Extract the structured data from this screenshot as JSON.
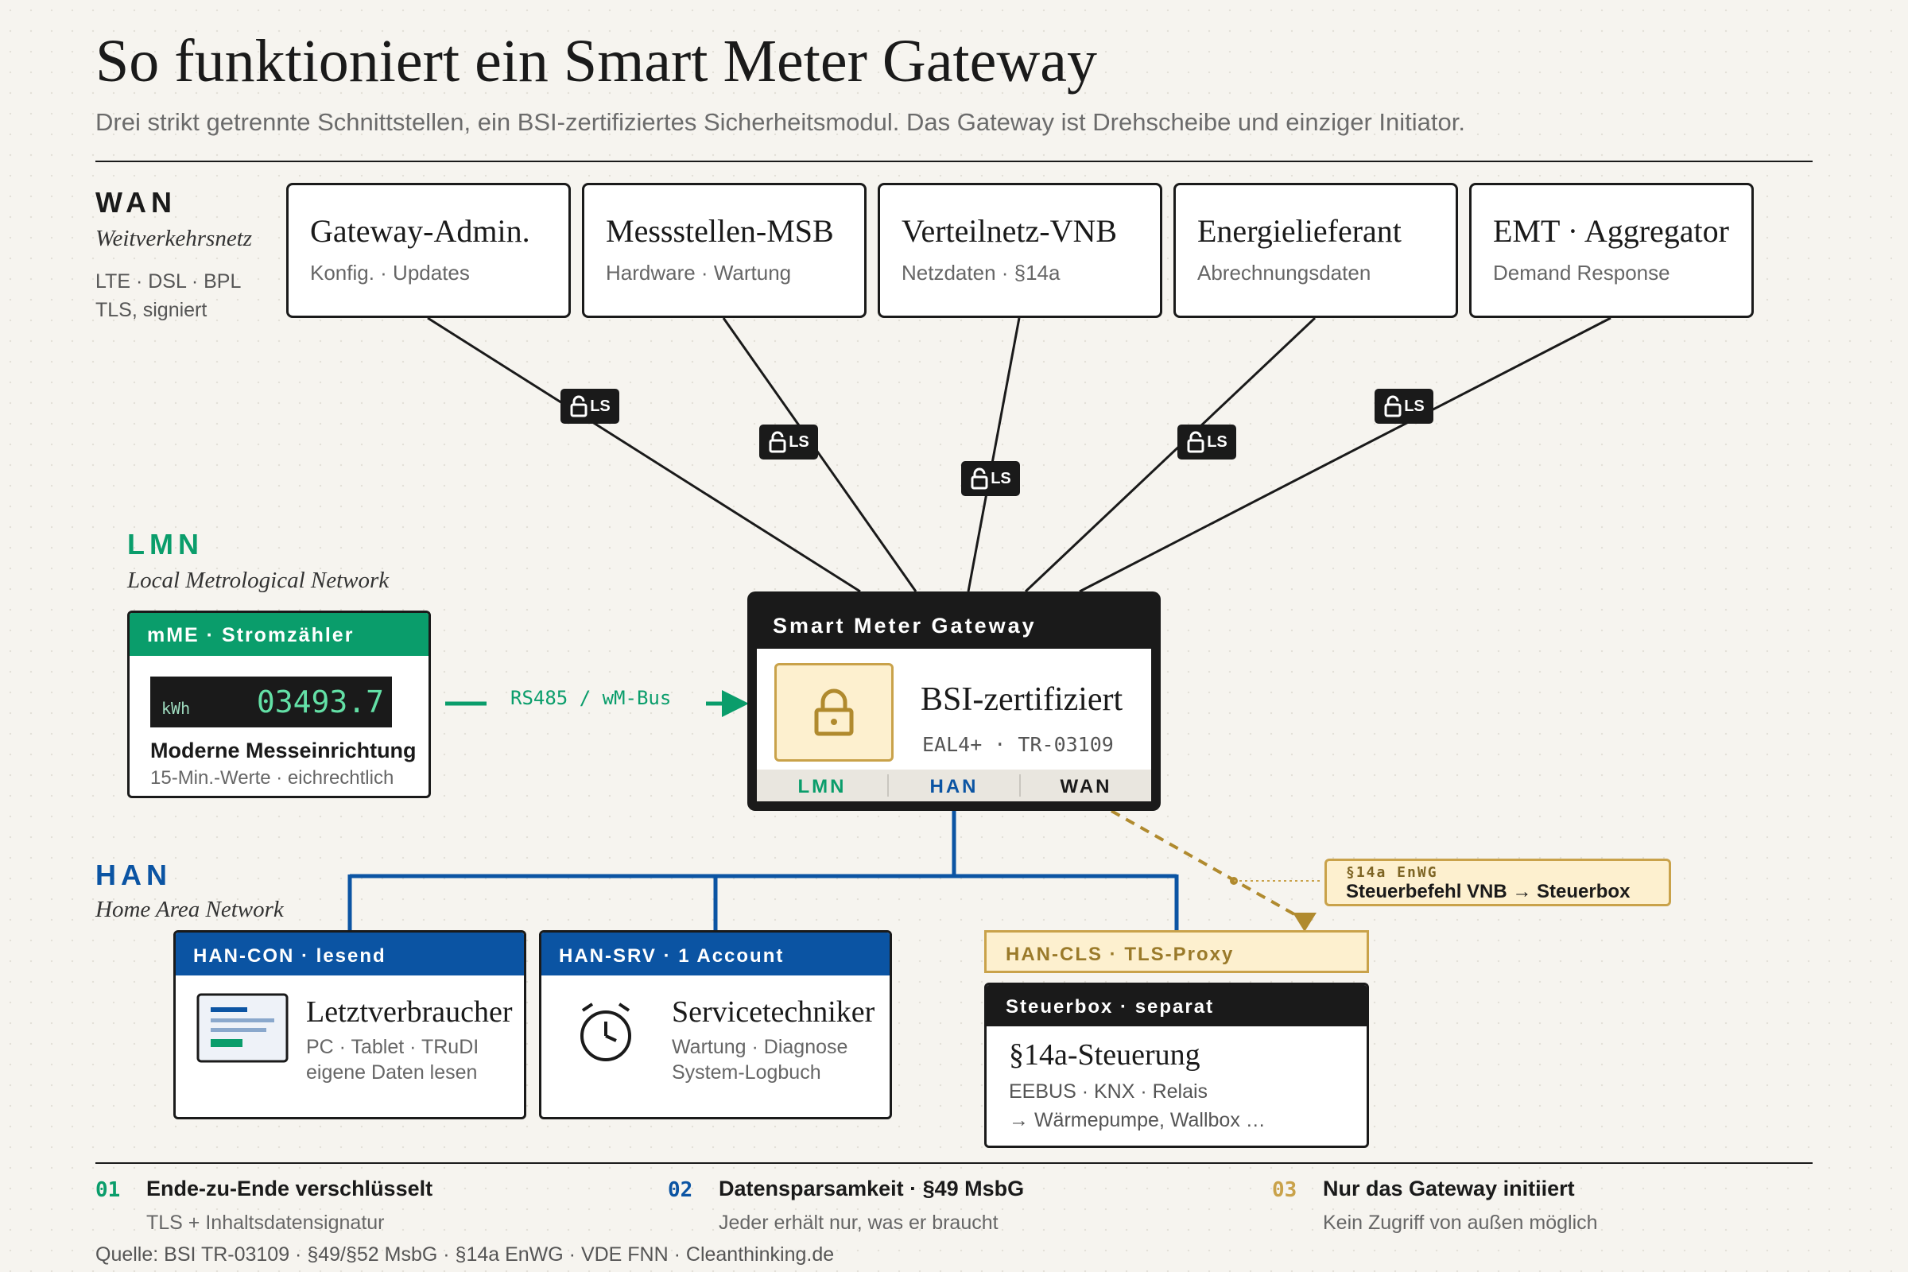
{
  "title": "So funktioniert ein Smart Meter Gateway",
  "subtitle": "Drei strikt getrennte Schnittstellen, ein BSI-zertifiziertes Sicherheitsmodul. Das Gateway ist Drehscheibe und einziger Initiator.",
  "wan": {
    "label": "WAN",
    "sub": "Weitverkehrsnetz",
    "meta1": "LTE · DSL · BPL",
    "meta2": "TLS, signiert",
    "badge": "LS",
    "boxes": [
      {
        "name": "Gateway-Admin.",
        "desc": "Konfig. · Updates"
      },
      {
        "name": "Messstellen-MSB",
        "desc": "Hardware · Wartung"
      },
      {
        "name": "Verteilnetz-VNB",
        "desc": "Netzdaten · §14a"
      },
      {
        "name": "Energielieferant",
        "desc": "Abrechnungsdaten"
      },
      {
        "name": "EMT · Aggregator",
        "desc": "Demand Response"
      }
    ]
  },
  "lmn": {
    "label": "LMN",
    "sub": "Local Metrological Network",
    "meter": {
      "header": "mME · Stromzähler",
      "unit": "kWh",
      "value": "03493.7",
      "name": "Moderne Messeinrichtung",
      "desc": "15-Min.-Werte · eichrechtlich"
    },
    "link": "RS485 / wM-Bus"
  },
  "gateway": {
    "title": "Smart Meter Gateway",
    "cert": "BSI-zertifiziert",
    "level": "EAL4+ · TR-03109",
    "ports": [
      "LMN",
      "HAN",
      "WAN"
    ]
  },
  "han": {
    "label": "HAN",
    "sub": "Home Area Network",
    "con": {
      "header": "HAN-CON · lesend",
      "name": "Letztverbraucher",
      "d1": "PC · Tablet · TRuDI",
      "d2": "eigene Daten lesen"
    },
    "srv": {
      "header": "HAN-SRV · 1 Account",
      "name": "Servicetechniker",
      "d1": "Wartung · Diagnose",
      "d2": "System-Logbuch"
    },
    "cls": "HAN-CLS · TLS-Proxy",
    "steuerbox": {
      "header": "Steuerbox · separat",
      "name": "§14a-Steuerung",
      "d1": "EEBUS · KNX · Relais",
      "d2": "→ Wärmepumpe, Wallbox …"
    },
    "callout": {
      "law": "§14a EnWG",
      "text": "Steuerbefehl VNB → Steuerbox"
    }
  },
  "footer": [
    {
      "num": "01",
      "head": "Ende-zu-Ende verschlüsselt",
      "desc": "TLS + Inhaltsdatensignatur"
    },
    {
      "num": "02",
      "head": "Datensparsamkeit · §49 MsbG",
      "desc": "Jeder erhält nur, was er braucht"
    },
    {
      "num": "03",
      "head": "Nur das Gateway initiiert",
      "desc": "Kein Zugriff von außen möglich"
    }
  ],
  "source": "Quelle: BSI TR-03109 · §49/§52 MsbG · §14a EnWG · VDE FNN · Cleanthinking.de",
  "colors": {
    "lmn": "#0a9d6b",
    "han": "#0b54a3",
    "cls": "#c9a24a",
    "dark": "#1a1a1a",
    "paper": "#f6f4ef"
  }
}
